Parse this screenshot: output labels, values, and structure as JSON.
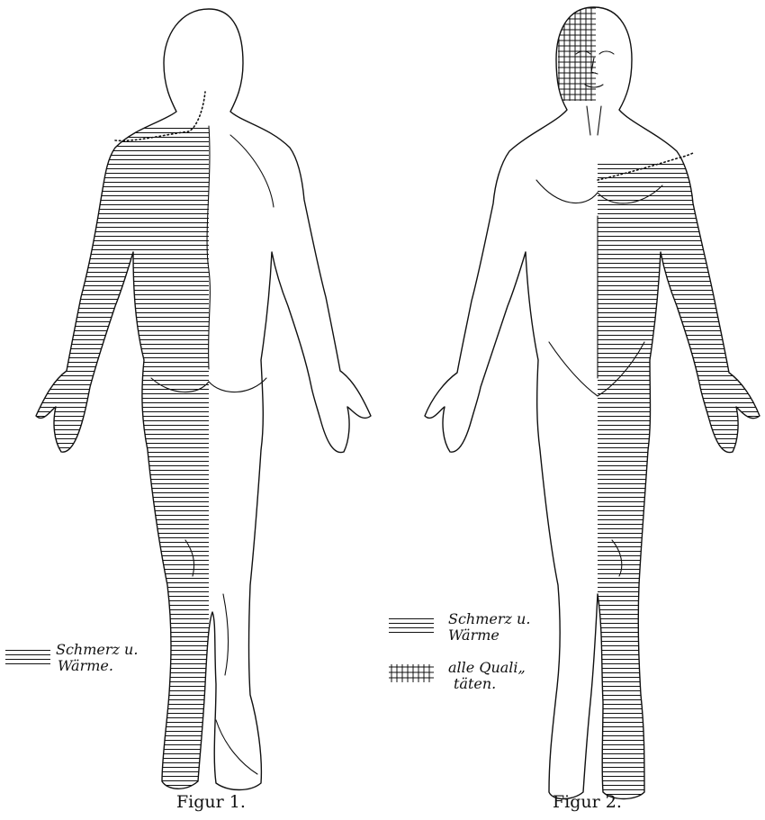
{
  "figures": [
    {
      "caption": "Figur 1."
    },
    {
      "caption": "Figur 2."
    }
  ],
  "legends": {
    "figure1": {
      "horizontal_hatch": [
        "Schmerz u.",
        "Wärme."
      ]
    },
    "figure2": {
      "horizontal_hatch": [
        "Schmerz u.",
        "Wärme"
      ],
      "grid_hatch": [
        "alle Quali„",
        "täten."
      ]
    }
  },
  "colors": {
    "ink": "#111111",
    "paper": "#ffffff"
  }
}
